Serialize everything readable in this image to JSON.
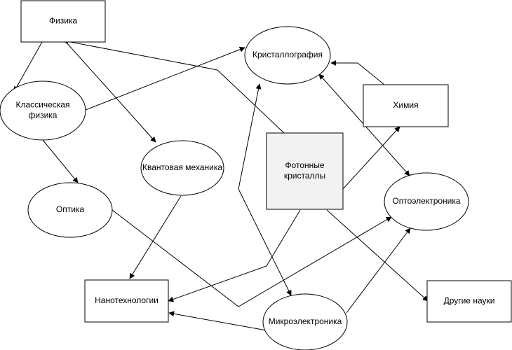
{
  "nodes": {
    "fizika": {
      "label": "Физика",
      "shape": "rect"
    },
    "klass": {
      "label": [
        "Классическая",
        "физика"
      ],
      "shape": "ellipse"
    },
    "kvant": {
      "label": "Квантовая механика",
      "shape": "ellipse"
    },
    "optika": {
      "label": "Оптика",
      "shape": "ellipse"
    },
    "nano": {
      "label": "Нанотехнологии",
      "shape": "rect"
    },
    "kristallo": {
      "label": "Кристаллография",
      "shape": "ellipse"
    },
    "fotonnye": {
      "label": [
        "Фотонные",
        "кристаллы"
      ],
      "shape": "rect",
      "fill": "#f2f2f2",
      "stroke": "#3a3a8a"
    },
    "himiya": {
      "label": "Химия",
      "shape": "rect"
    },
    "opto": {
      "label": "Оптоэлектроника",
      "shape": "ellipse"
    },
    "mikro": {
      "label": "Микроэлектроника",
      "shape": "ellipse"
    },
    "drugie": {
      "label": "Другие науки",
      "shape": "rect"
    }
  },
  "edges": [
    {
      "from": "fizika",
      "to": "klass"
    },
    {
      "from": "fizika",
      "to": "kvant"
    },
    {
      "from": "fotonnye",
      "to": "fizika"
    },
    {
      "from": "klass",
      "to": "kristallo"
    },
    {
      "from": "klass",
      "to": "optika"
    },
    {
      "from": "kvant",
      "to": "nano"
    },
    {
      "from": "optika",
      "to": "opto"
    },
    {
      "from": "himiya",
      "to": "kristallo"
    },
    {
      "from": "kristallo",
      "to": "opto",
      "bidirectional": true
    },
    {
      "from": "fotonnye",
      "to": "himiya"
    },
    {
      "from": "fotonnye",
      "to": "nano"
    },
    {
      "from": "fotonnye",
      "to": "drugie"
    },
    {
      "from": "kristallo",
      "to": "mikro",
      "bidirectional": true
    },
    {
      "from": "mikro",
      "to": "nano"
    },
    {
      "from": "mikro",
      "to": "opto"
    }
  ]
}
